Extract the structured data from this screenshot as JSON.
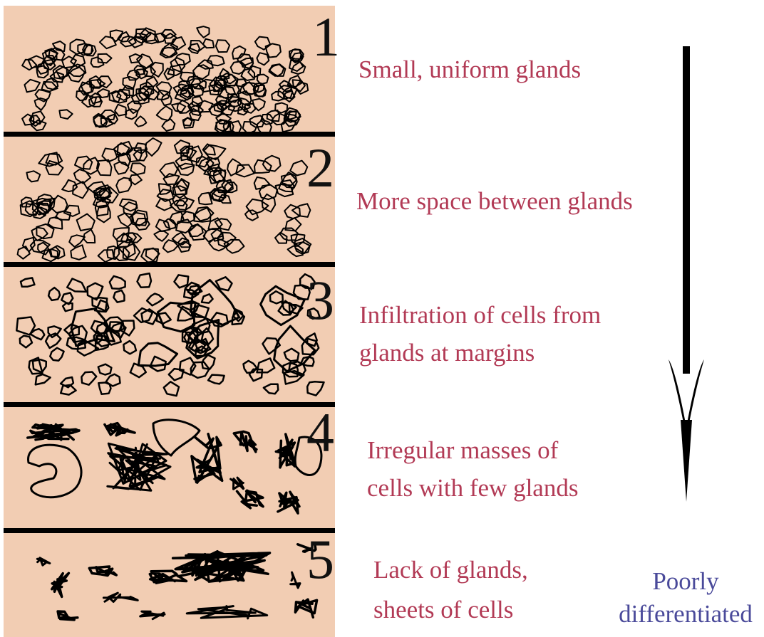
{
  "grades": [
    {
      "number": "1",
      "description": [
        "Small, uniform glands"
      ]
    },
    {
      "number": "2",
      "description": [
        "More space between glands"
      ]
    },
    {
      "number": "3",
      "description": [
        "Infiltration of cells from",
        "glands at margins"
      ]
    },
    {
      "number": "4",
      "description": [
        "Irregular masses of",
        "cells with few glands"
      ]
    },
    {
      "number": "5",
      "description": [
        "Lack of glands,",
        "sheets of cells"
      ]
    }
  ],
  "scale_label": [
    "Poorly",
    "differentiated"
  ],
  "colors": {
    "panel_background": "#f2cdb3",
    "divider": "#000000",
    "description_text": "#b23a55",
    "scale_label_text": "#4a4a9a",
    "arrow": "#000000"
  },
  "icons": {
    "arrow": "down-arrow-icon"
  }
}
